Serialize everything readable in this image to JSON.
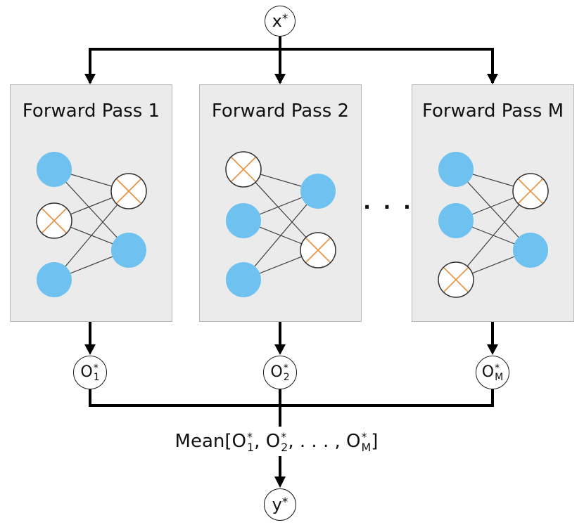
{
  "figure": {
    "input": {
      "base": "x",
      "sup": "*"
    },
    "output": {
      "base": "y",
      "sup": "*"
    },
    "ellipsis": "· · ·",
    "passes": [
      {
        "title": "Forward Pass 1",
        "output": {
          "base": "O",
          "sup": "*",
          "sub": "1"
        },
        "left_nodes": [
          "active",
          "dropped",
          "active"
        ],
        "right_nodes": [
          "dropped",
          "active"
        ]
      },
      {
        "title": "Forward Pass 2",
        "output": {
          "base": "O",
          "sup": "*",
          "sub": "2"
        },
        "left_nodes": [
          "dropped",
          "active",
          "active"
        ],
        "right_nodes": [
          "active",
          "dropped"
        ]
      },
      {
        "title": "Forward Pass M",
        "output": {
          "base": "O",
          "sup": "*",
          "sub": "M"
        },
        "left_nodes": [
          "active",
          "active",
          "dropped"
        ],
        "right_nodes": [
          "dropped",
          "active"
        ]
      }
    ],
    "mean": {
      "prefix": "Mean[",
      "sep1": ", ",
      "sep2": ", . . . , ",
      "suffix": "]",
      "o1": {
        "base": "O",
        "sup": "*",
        "sub": "1"
      },
      "o2": {
        "base": "O",
        "sup": "*",
        "sub": "2"
      },
      "oM": {
        "base": "O",
        "sup": "*",
        "sub": "M"
      }
    },
    "colors": {
      "active_node": "#6fc2ef",
      "dropped_node_fill": "#ffffff",
      "dropped_node_stroke": "#2f2f2f",
      "dropped_cross": "#e8913f",
      "edge": "#3d3d3d",
      "flow_line": "#000000",
      "box_fill": "#ebebeb",
      "box_border": "#b5b5b5"
    }
  }
}
